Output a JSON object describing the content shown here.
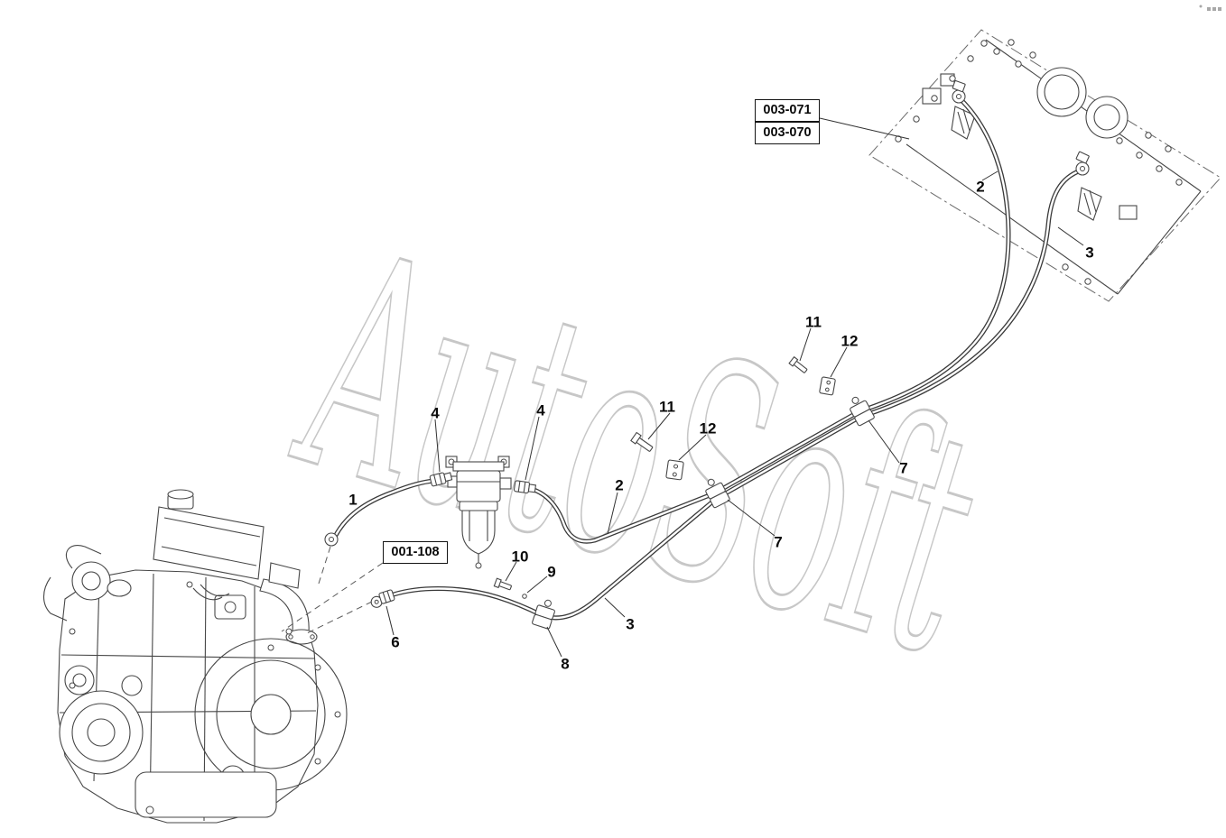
{
  "watermark": {
    "text": "AutoSoft",
    "color": "#c7c7c7"
  },
  "ref_boxes": {
    "tank_upper": "003-071",
    "tank_lower": "003-070",
    "engine": "001-108"
  },
  "callouts": [
    "2",
    "3",
    "11",
    "12",
    "11",
    "12",
    "4",
    "4",
    "1",
    "2",
    "7",
    "7",
    "10",
    "9",
    "6",
    "8",
    "3"
  ],
  "colors": {
    "line": "#474747",
    "hose": "#3a3a3a",
    "text": "#0a0a0a"
  }
}
